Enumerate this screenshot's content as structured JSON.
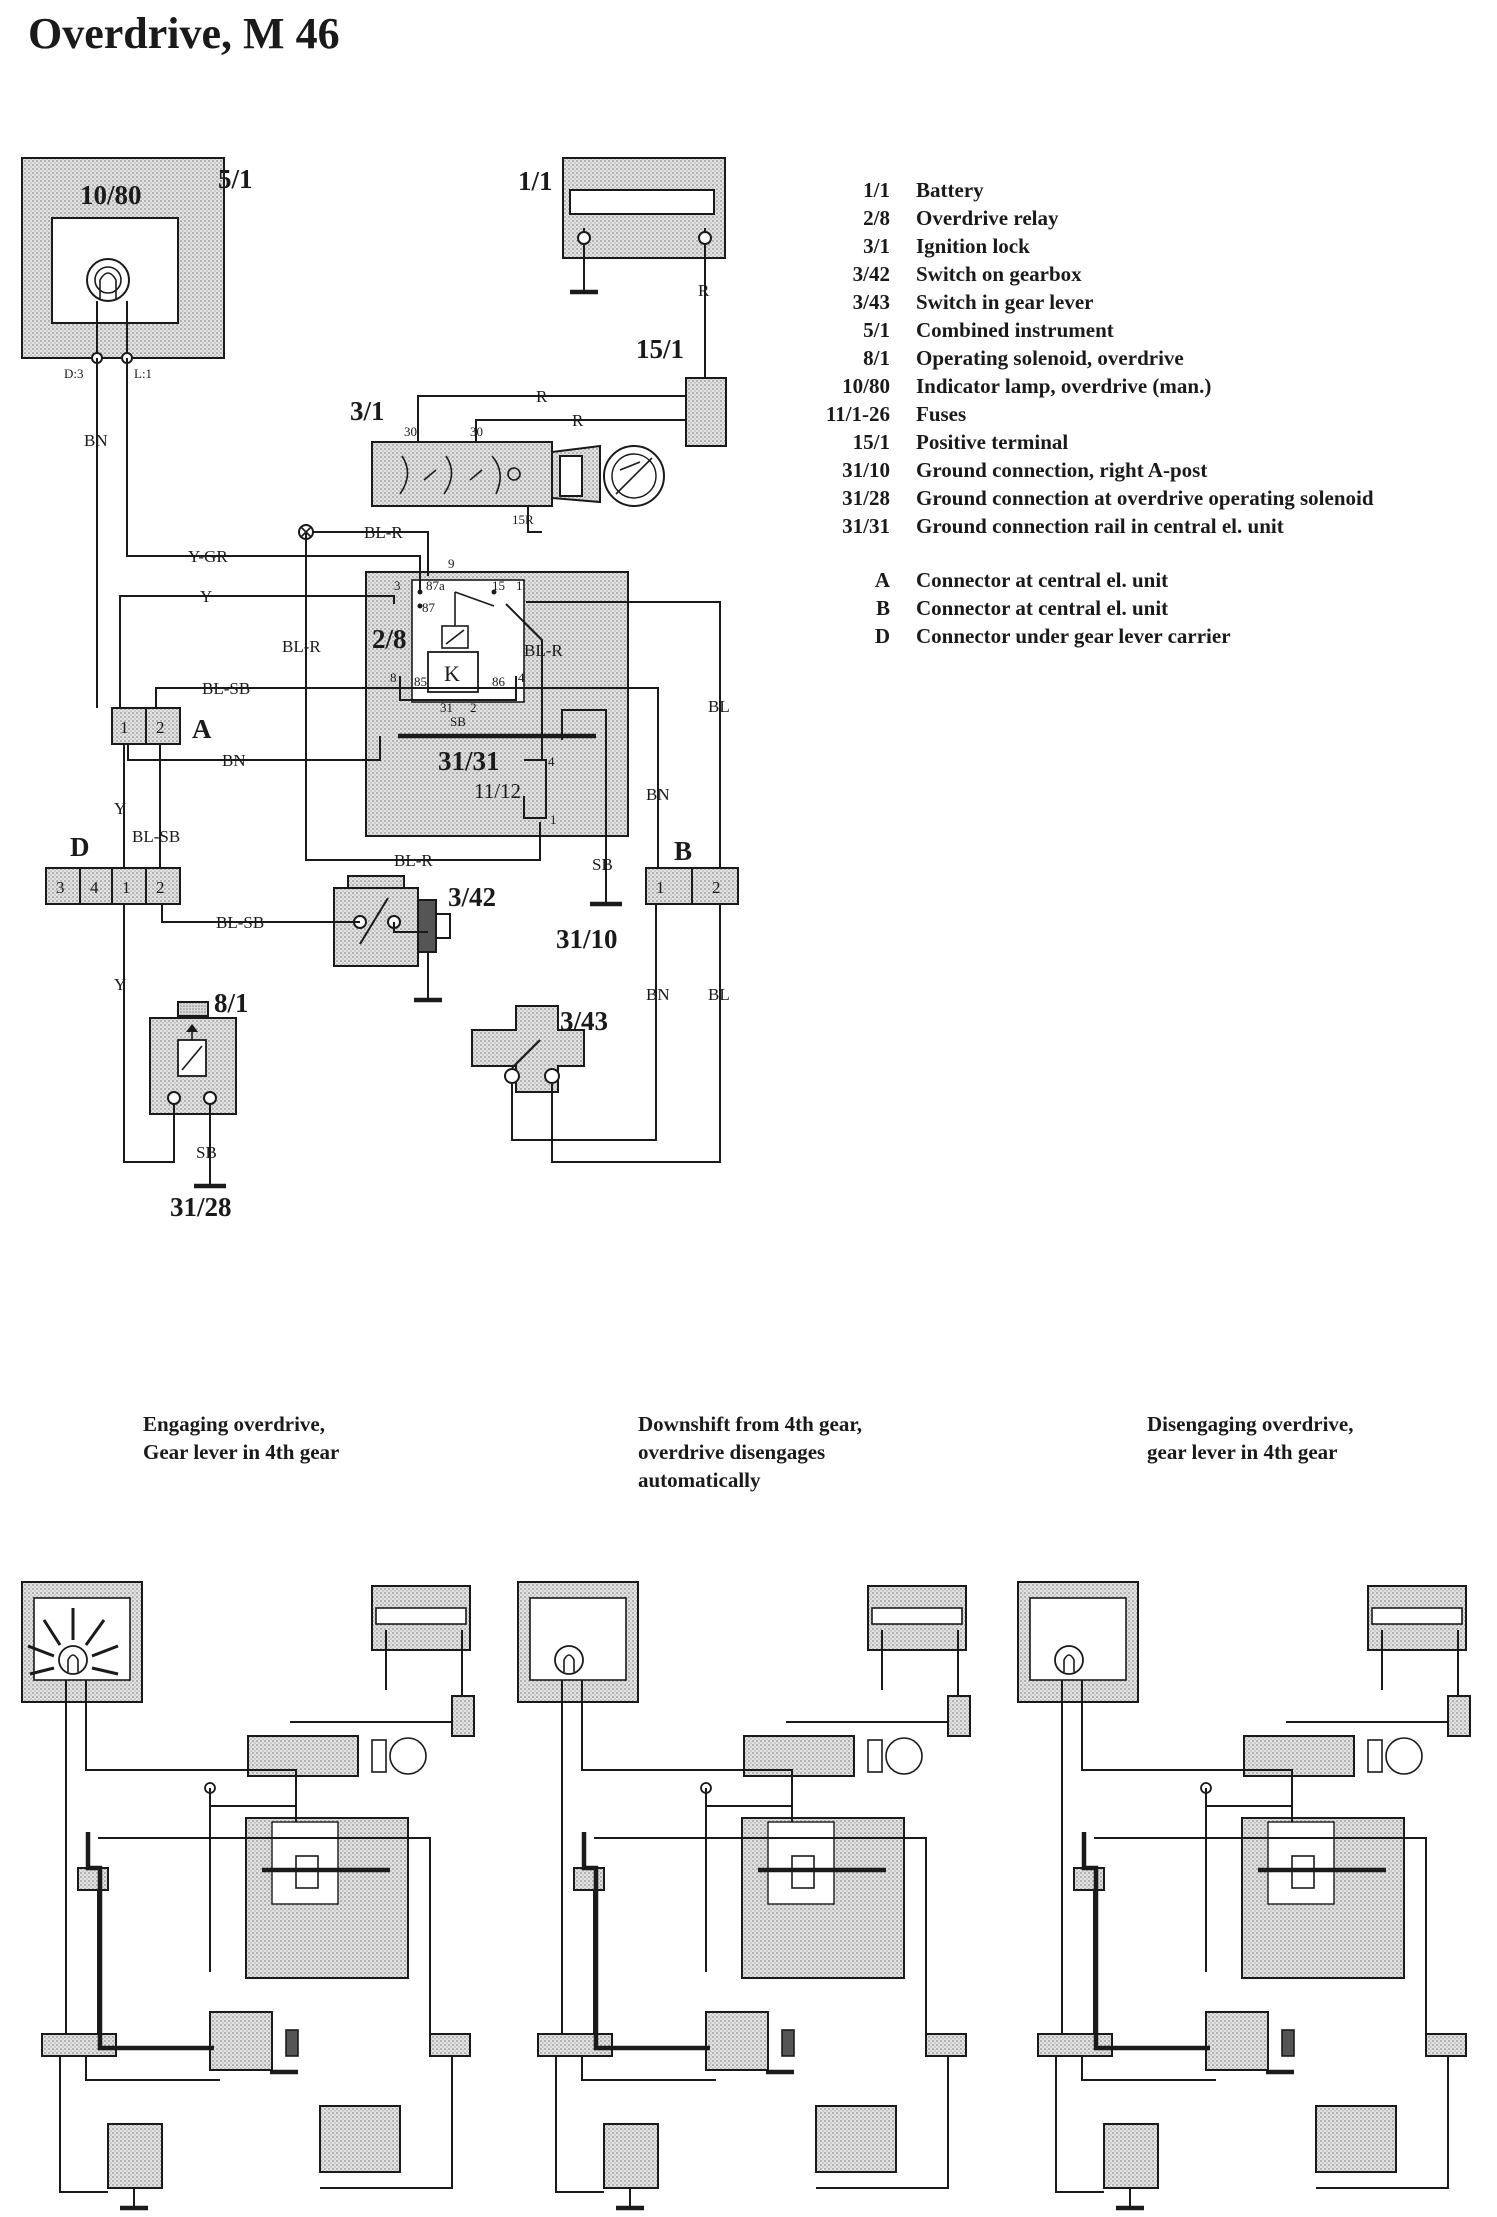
{
  "title": "Overdrive, M 46",
  "components": {
    "c1080": "10/80",
    "c51": "5/1",
    "c11": "1/1",
    "c151": "15/1",
    "c31": "3/1",
    "c28": "2/8",
    "c3131": "31/31",
    "c1112": "11/12",
    "c342": "3/42",
    "c3110": "31/10",
    "c343": "3/43",
    "c81": "8/1",
    "c3128": "31/28",
    "connA": "A",
    "connB": "B",
    "connD": "D"
  },
  "wires": {
    "bn": "BN",
    "r": "R",
    "y_gr": "Y-GR",
    "bl_r": "BL-R",
    "y": "Y",
    "bl_sb": "BL-SB",
    "bl": "BL",
    "sb": "SB"
  },
  "pins": {
    "d3": "D:3",
    "l1": "L:1",
    "p30a": "30",
    "p30b": "30",
    "p15r": "15R",
    "p9": "9",
    "p3": "3",
    "p87a": "87a",
    "p15": "15",
    "p1": "1",
    "p87": "87",
    "p8": "8",
    "p85": "85",
    "p86": "86",
    "p4": "4",
    "p31": "31",
    "p2": "2",
    "f4": "4",
    "f1": "1",
    "a1": "1",
    "a2": "2",
    "d_3": "3",
    "d_4": "4",
    "d_1": "1",
    "d_2": "2",
    "b1": "1",
    "b2": "2",
    "k": "K"
  },
  "legend": [
    {
      "code": "1/1",
      "desc": "Battery"
    },
    {
      "code": "2/8",
      "desc": "Overdrive relay"
    },
    {
      "code": "3/1",
      "desc": "Ignition lock"
    },
    {
      "code": "3/42",
      "desc": "Switch on gearbox"
    },
    {
      "code": "3/43",
      "desc": "Switch in gear lever"
    },
    {
      "code": "5/1",
      "desc": "Combined instrument"
    },
    {
      "code": "8/1",
      "desc": "Operating solenoid, overdrive"
    },
    {
      "code": "10/80",
      "desc": "Indicator lamp, overdrive (man.)"
    },
    {
      "code": "11/1-26",
      "desc": "Fuses"
    },
    {
      "code": "15/1",
      "desc": "Positive terminal"
    },
    {
      "code": "31/10",
      "desc": "Ground connection, right A-post"
    },
    {
      "code": "31/28",
      "desc": "Ground connection at overdrive operating solenoid"
    },
    {
      "code": "31/31",
      "desc": "Ground connection rail in central el. unit"
    }
  ],
  "connectors": [
    {
      "code": "A",
      "desc": "Connector at central el. unit"
    },
    {
      "code": "B",
      "desc": "Connector at central el. unit"
    },
    {
      "code": "D",
      "desc": "Connector under gear lever carrier"
    }
  ],
  "captions": {
    "engaging": "Engaging overdrive,\nGear lever in 4th gear",
    "downshift": "Downshift from 4th gear,\noverdrive disengages\nautomatically",
    "disengaging": "Disengaging overdrive,\ngear lever in 4th gear"
  }
}
